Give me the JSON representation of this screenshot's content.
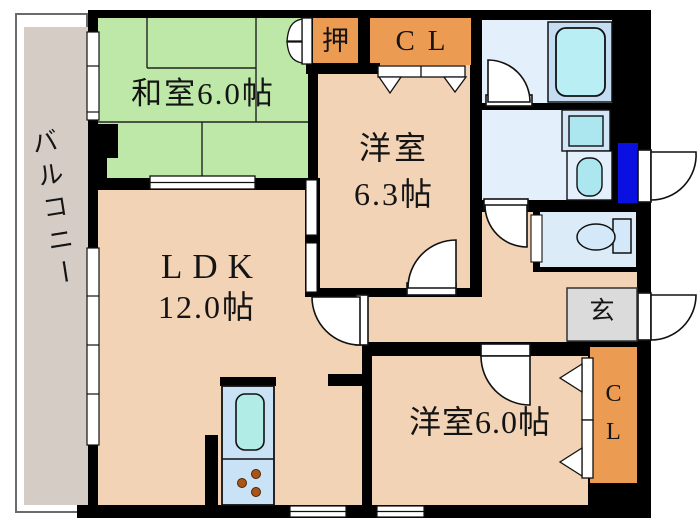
{
  "floorplan": {
    "type": "apartment-floor-plan",
    "rooms": {
      "balcony": {
        "label": "バルコニー"
      },
      "washitsu": {
        "label": "和室6.0帖"
      },
      "western_63": {
        "name": "洋室",
        "size": "6.3帖"
      },
      "ldk": {
        "name": "LDK",
        "size": "12.0帖"
      },
      "western_60": {
        "label": "洋室6.0帖"
      },
      "genkan": {
        "label": "玄"
      }
    },
    "closets": {
      "oshiire": {
        "label": "押"
      },
      "cl_top": {
        "label": "CL"
      },
      "cl_bedroom": {
        "line1": "C",
        "line2": "L"
      }
    },
    "fixtures": [
      "bathtub",
      "washing-machine",
      "washbasin",
      "toilet",
      "kitchen-sink",
      "stove-burners",
      "front-door",
      "door-swing-arcs",
      "sliding-windows",
      "folding-closet-doors"
    ],
    "colors": {
      "room_beige": "#F2D3B6",
      "tatami_green": "#BEE8A8",
      "closet_orange": "#EC9B52",
      "balcony_grey": "#D5CCC5",
      "bath_floor": "#E3EFFA",
      "toilet_floor": "#DCEBF8",
      "tub_deck": "#C4DDF3",
      "tub_water": "#B9EEF5",
      "fixture_cyan": "#ACE7F0",
      "kitchen_blue": "#C9E2F6",
      "kitchen_sink": "#B2ECE6",
      "genkan_grey": "#DBDBDB",
      "front_door_blue": "#0A10E0",
      "wall_black": "#000000",
      "burner_brown": "#AA5518"
    }
  }
}
